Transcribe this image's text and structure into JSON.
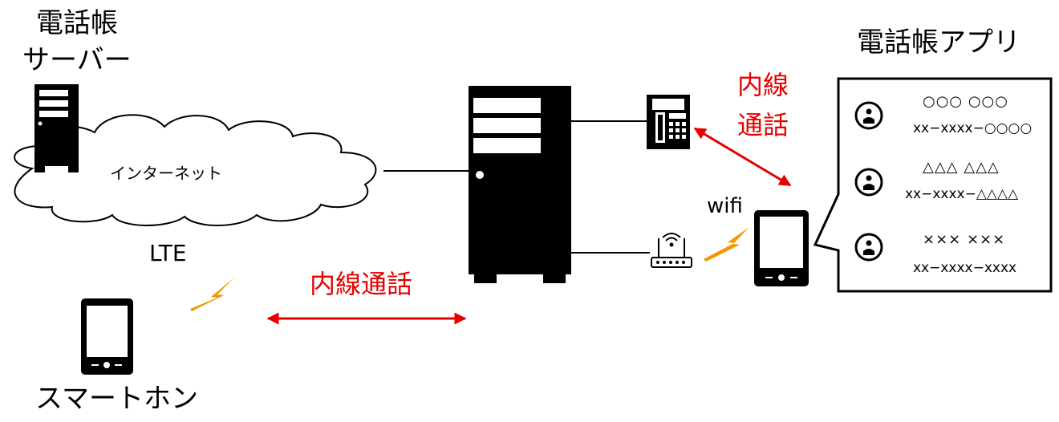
{
  "labels": {
    "server_line1": "電話帳",
    "server_line2": "サーバー",
    "internet": "インターネット",
    "lte": "LTE",
    "smartphone": "スマートホン",
    "extension_call_main": "内線通話",
    "extension_call_right_line1": "内線",
    "extension_call_right_line2": "通話",
    "wifi": "wifi",
    "app_title": "電話帳アプリ"
  },
  "phonebook_entries": [
    {
      "name": "○○○ ○○○",
      "number": "xx−xxxx−○○○○"
    },
    {
      "name": "△△△ △△△",
      "number": "xx−xxxx−△△△△"
    },
    {
      "name": "××× ×××",
      "number": "xx−xxxx−xxxx"
    }
  ],
  "colors": {
    "accent_red": "#e60000",
    "signal_orange": "#f39800",
    "device_black": "#000000"
  }
}
